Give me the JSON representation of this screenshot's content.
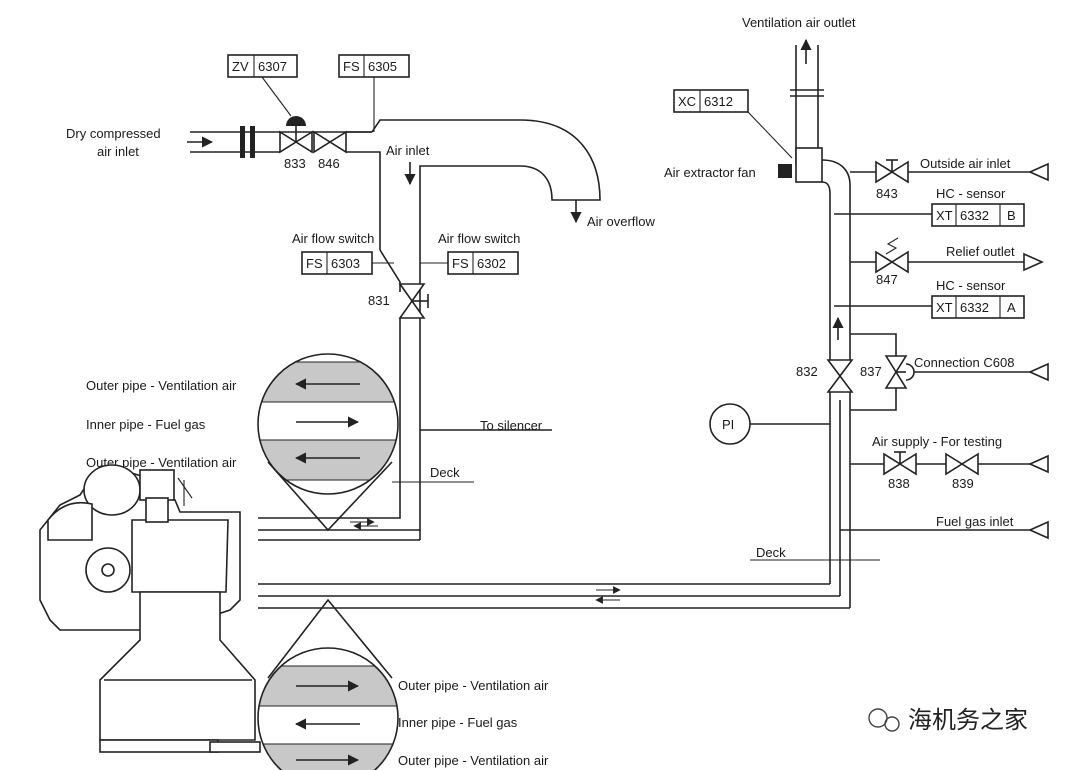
{
  "labels": {
    "dry_air_1": "Dry compressed",
    "dry_air_2": "air inlet",
    "air_inlet": "Air inlet",
    "air_overflow": "Air overflow",
    "air_flow_switch_left": "Air flow switch",
    "air_flow_switch_right": "Air flow switch",
    "to_silencer": "To silencer",
    "deck_upper": "Deck",
    "deck_lower": "Deck",
    "vent_outlet": "Ventilation air outlet",
    "air_extractor_fan": "Air extractor fan",
    "outside_air_inlet": "Outside air inlet",
    "hc_sensor_b": "HC - sensor",
    "relief_outlet": "Relief outlet",
    "hc_sensor_a": "HC - sensor",
    "connection_c608": "Connection C608",
    "air_supply": "Air supply - For testing",
    "fuel_gas_inlet": "Fuel gas inlet",
    "pi": "PI"
  },
  "valves": {
    "v833": "833",
    "v846": "846",
    "v831": "831",
    "v843": "843",
    "v847": "847",
    "v832": "832",
    "v837": "837",
    "v838": "838",
    "v839": "839"
  },
  "tags": {
    "zv_6307": [
      "ZV",
      "6307"
    ],
    "fs_6305": [
      "FS",
      "6305"
    ],
    "fs_6303": [
      "FS",
      "6303"
    ],
    "fs_6302": [
      "FS",
      "6302"
    ],
    "xc_6312": [
      "XC",
      "6312"
    ],
    "xt_6332_b": [
      "XT",
      "6332",
      "B"
    ],
    "xt_6332_a": [
      "XT",
      "6332",
      "A"
    ]
  },
  "detail_upper": {
    "outer_top": "Outer pipe - Ventilation air",
    "inner": "Inner pipe  - Fuel gas",
    "outer_bottom": "Outer pipe - Ventilation air"
  },
  "detail_lower": {
    "outer_top": "Outer pipe - Ventilation air",
    "inner": "Inner pipe  - Fuel gas",
    "outer_bottom": "Outer pipe - Ventilation air"
  },
  "watermark": "海机务之家"
}
